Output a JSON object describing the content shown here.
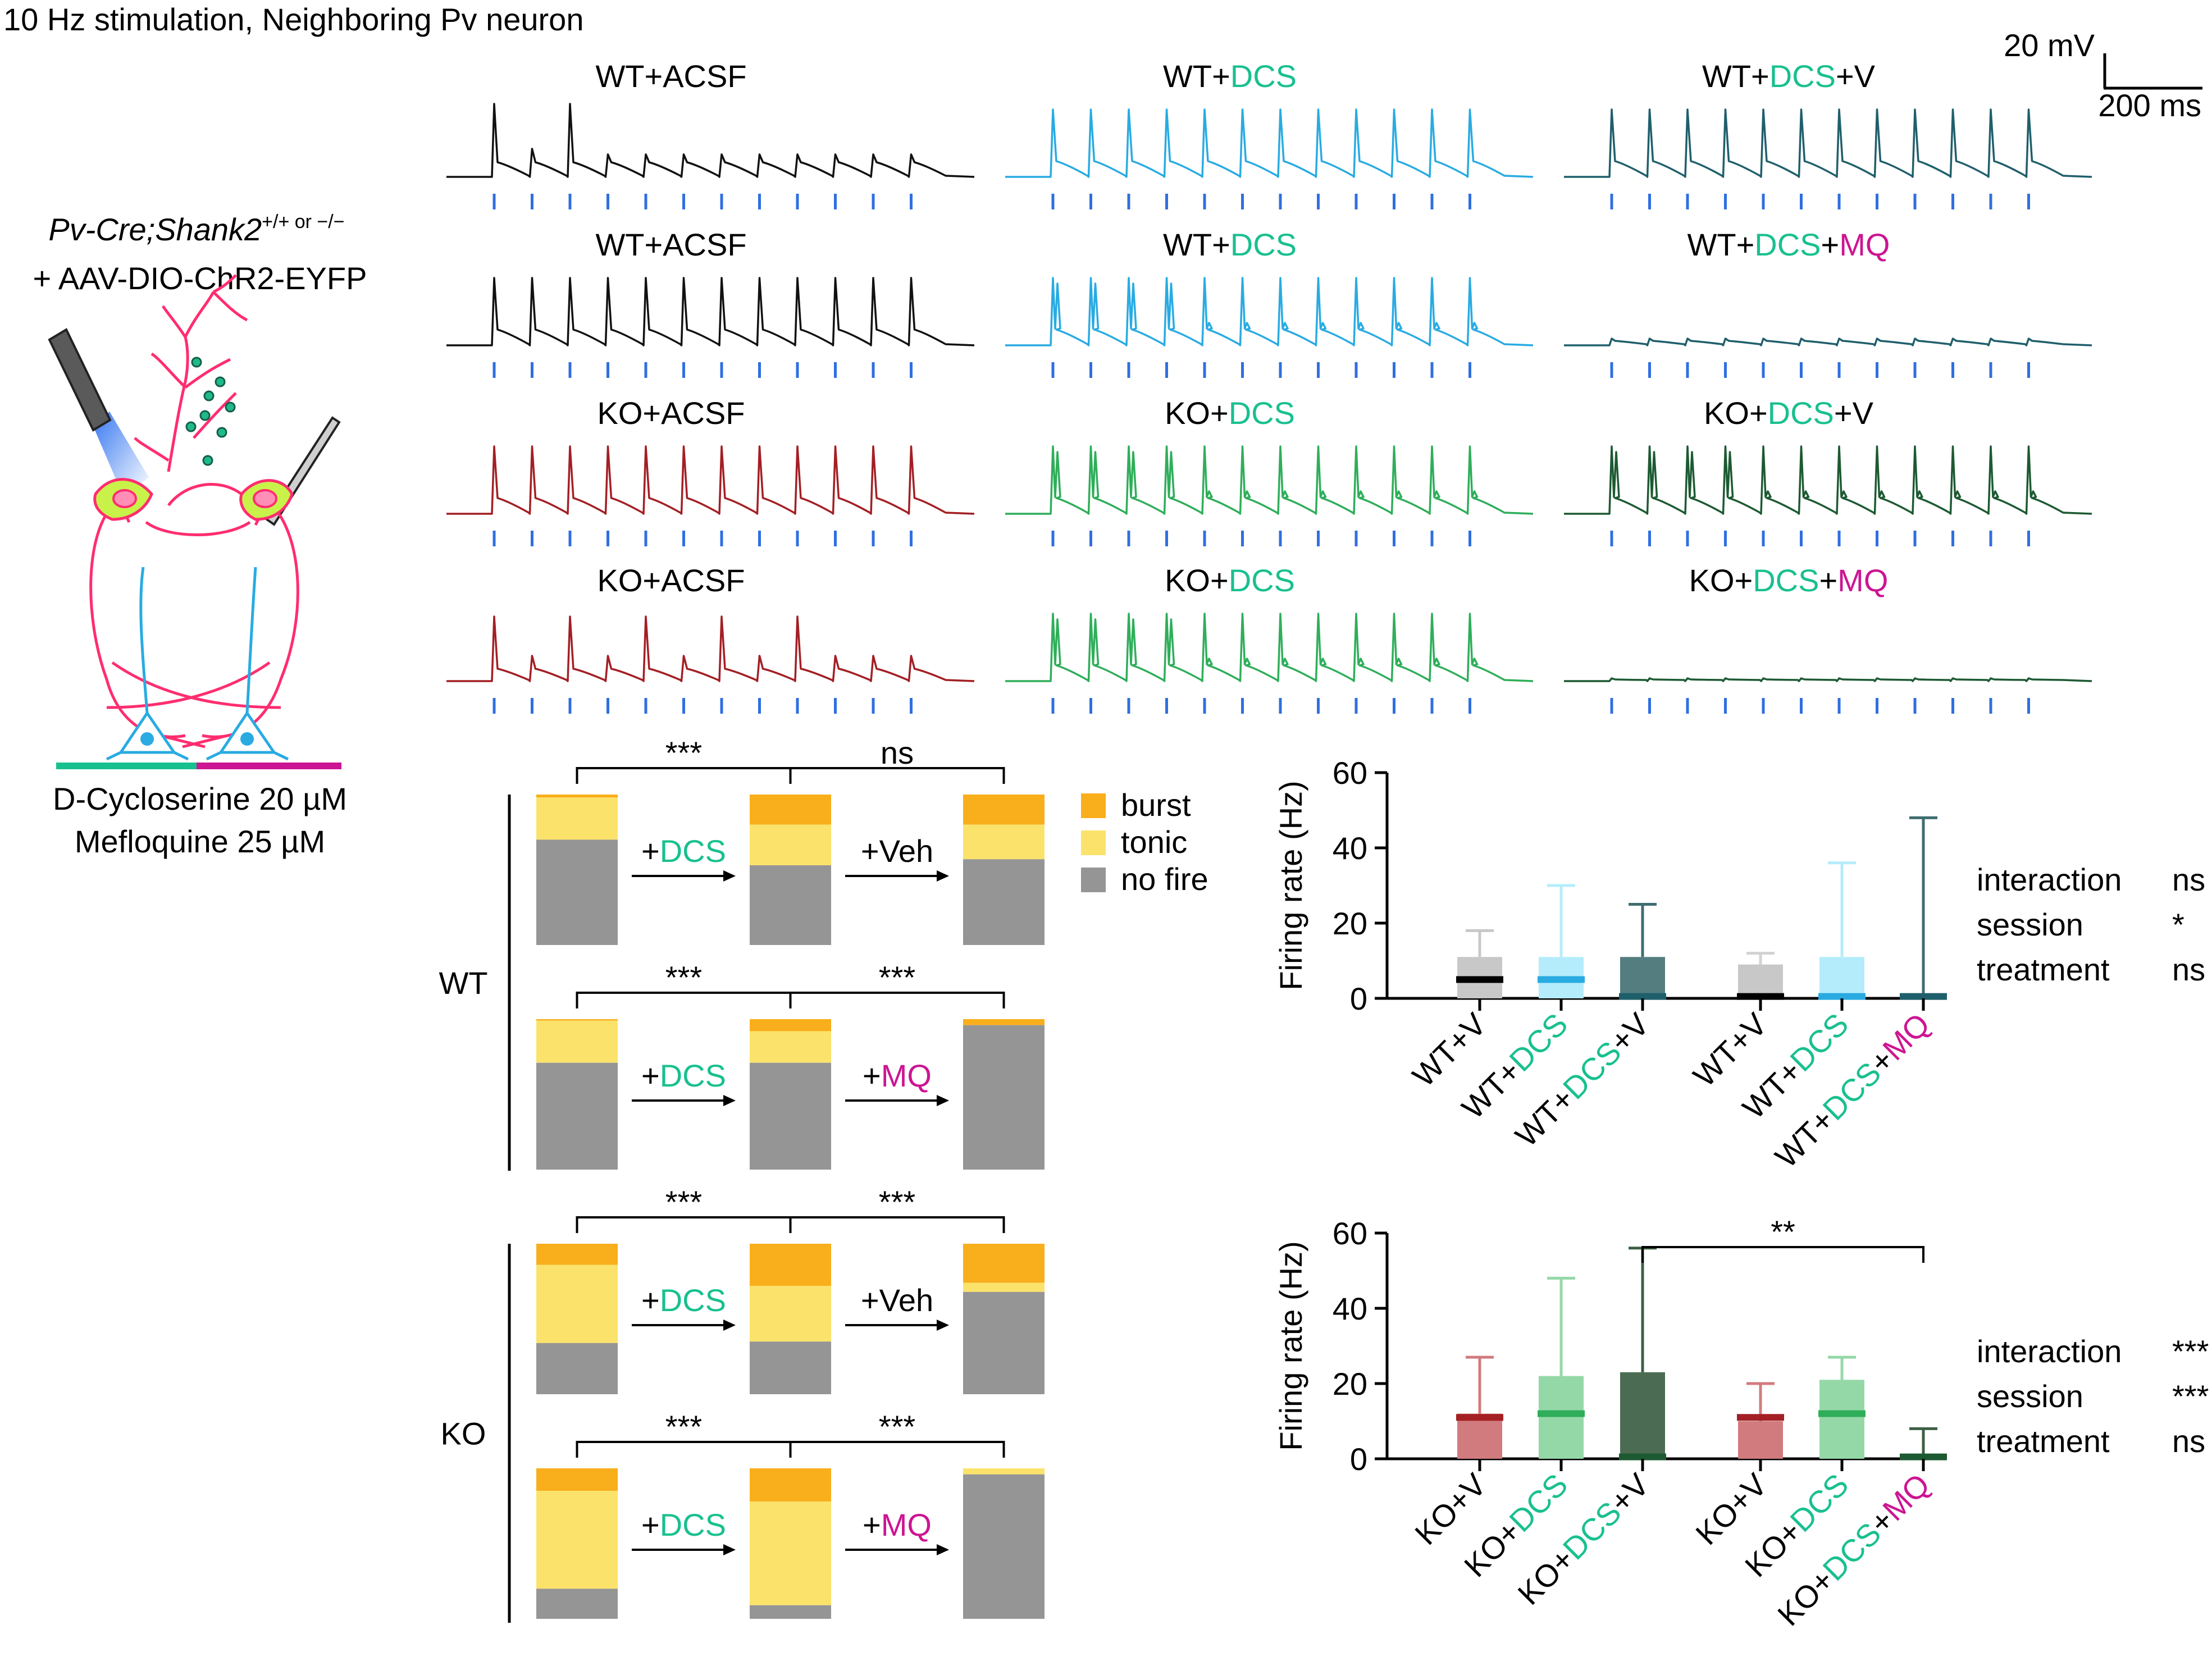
{
  "figure_title": "10 Hz stimulation, Neighboring Pv neuron",
  "colors": {
    "black": "#111111",
    "cyan": "#29abe2",
    "teal_dark": "#1f5f6b",
    "red": "#a31f24",
    "green": "#2fae5a",
    "green_dark": "#1d5a32",
    "dcs": "#19c08f",
    "mq": "#cc1592",
    "stim": "#2f6fe0",
    "burst": "#f9ae1b",
    "tonic": "#fbe36b",
    "nofire": "#959595"
  },
  "scale_bar": {
    "voltage": "20 mV",
    "time": "200 ms"
  },
  "schematic": {
    "genotype": "Pv-Cre;Shank2",
    "genotype_sup": "+/+ or −/−",
    "virus": "+ AAV-DIO-ChR2-EYFP",
    "drug1": "D-Cycloserine 20 µM",
    "drug2": "Mefloquine 25 µM"
  },
  "traces": [
    {
      "label": [
        "WT+ACSF"
      ],
      "trace": "black",
      "pattern": "adapt"
    },
    {
      "label": [
        "WT+",
        "DCS"
      ],
      "trace": "cyan",
      "pattern": "full"
    },
    {
      "label": [
        "WT+",
        "DCS",
        "+V"
      ],
      "trace": "teal_dark",
      "pattern": "full"
    },
    {
      "label": [
        "WT+ACSF"
      ],
      "trace": "black",
      "pattern": "full"
    },
    {
      "label": [
        "WT+",
        "DCS"
      ],
      "trace": "cyan",
      "pattern": "burst"
    },
    {
      "label": [
        "WT+",
        "DCS",
        "+",
        "MQ"
      ],
      "trace": "teal_dark",
      "pattern": "small"
    },
    {
      "label": [
        "KO+ACSF"
      ],
      "trace": "red",
      "pattern": "full"
    },
    {
      "label": [
        "KO+",
        "DCS"
      ],
      "trace": "green",
      "pattern": "burst"
    },
    {
      "label": [
        "KO+",
        "DCS",
        "+V"
      ],
      "trace": "green_dark",
      "pattern": "burst"
    },
    {
      "label": [
        "KO+ACSF"
      ],
      "trace": "red",
      "pattern": "mixed"
    },
    {
      "label": [
        "KO+",
        "DCS"
      ],
      "trace": "green",
      "pattern": "burst2"
    },
    {
      "label": [
        "KO+",
        "DCS",
        "+",
        "MQ"
      ],
      "trace": "green_dark",
      "pattern": "flat"
    }
  ],
  "stacked_groups": [
    {
      "group": "WT",
      "sig": [
        "***",
        "ns"
      ],
      "steps": [
        "+DCS",
        "+Veh"
      ],
      "bars": [
        [
          0.02,
          0.28,
          0.7
        ],
        [
          0.2,
          0.27,
          0.53
        ],
        [
          0.2,
          0.23,
          0.57
        ]
      ]
    },
    {
      "group": "WT",
      "sig": [
        "***",
        "***"
      ],
      "steps": [
        "+DCS",
        "+MQ"
      ],
      "bars": [
        [
          0.01,
          0.28,
          0.71
        ],
        [
          0.08,
          0.21,
          0.71
        ],
        [
          0.04,
          0.0,
          0.96
        ]
      ]
    },
    {
      "group": "KO",
      "sig": [
        "***",
        "***"
      ],
      "steps": [
        "+DCS",
        "+Veh"
      ],
      "bars": [
        [
          0.14,
          0.52,
          0.34
        ],
        [
          0.28,
          0.37,
          0.35
        ],
        [
          0.26,
          0.06,
          0.68
        ]
      ]
    },
    {
      "group": "KO",
      "sig": [
        "***",
        "***"
      ],
      "steps": [
        "+DCS",
        "+MQ"
      ],
      "bars": [
        [
          0.15,
          0.65,
          0.2
        ],
        [
          0.22,
          0.69,
          0.09
        ],
        [
          0.0,
          0.04,
          0.96
        ]
      ]
    }
  ],
  "stacked_legend": [
    "burst",
    "tonic",
    "no fire"
  ],
  "group_labels": [
    "WT",
    "KO"
  ],
  "chart_data": [
    {
      "type": "bar",
      "ylabel": "Firing rate (Hz)",
      "ylim": [
        0,
        60
      ],
      "yticks": [
        0,
        20,
        40,
        60
      ],
      "categories": [
        [
          "WT+V"
        ],
        [
          "WT+",
          "DCS"
        ],
        [
          "WT+",
          "DCS",
          "+V"
        ],
        [
          "WT+V"
        ],
        [
          "WT+",
          "DCS"
        ],
        [
          "WT+",
          "DCS",
          "+",
          "MQ"
        ]
      ],
      "mean": [
        11,
        11,
        11,
        9,
        11,
        0
      ],
      "median": [
        5,
        5,
        0.5,
        0.5,
        0.5,
        0.5
      ],
      "error_top": [
        18,
        30,
        25,
        12,
        36,
        48
      ],
      "colors": [
        "#c8c8c8",
        "#b5ecfb",
        "#537d7f",
        "#c8c8c8",
        "#b5ecfb",
        "#537d7f"
      ],
      "median_colors": [
        "#000000",
        "#29abe2",
        "#1f5f6b",
        "#000000",
        "#29abe2",
        "#1f5f6b"
      ],
      "error_colors": [
        "#c8c8c8",
        "#b5ecfb",
        "#3f6d70",
        "#d2d2d2",
        "#b5ecfb",
        "#3f6d70"
      ],
      "stats": [
        [
          "interaction",
          "ns"
        ],
        [
          "session",
          "*"
        ],
        [
          "treatment",
          "ns"
        ]
      ],
      "significance": []
    },
    {
      "type": "bar",
      "ylabel": "Firing rate (Hz)",
      "ylim": [
        0,
        60
      ],
      "yticks": [
        0,
        20,
        40,
        60
      ],
      "categories": [
        [
          "KO+V"
        ],
        [
          "KO+",
          "DCS"
        ],
        [
          "KO+",
          "DCS",
          "+V"
        ],
        [
          "KO+V"
        ],
        [
          "KO+",
          "DCS"
        ],
        [
          "KO+",
          "DCS",
          "+",
          "MQ"
        ]
      ],
      "mean": [
        12,
        22,
        23,
        10,
        21,
        1
      ],
      "median": [
        11,
        12,
        0.5,
        11,
        12,
        0.5
      ],
      "error_top": [
        27,
        48,
        56,
        20,
        27,
        8
      ],
      "colors": [
        "#d17b7e",
        "#95d8a8",
        "#4b6c52",
        "#d17b7e",
        "#95d8a8",
        "#4b6c52"
      ],
      "median_colors": [
        "#a31f24",
        "#2fae5a",
        "#1d5a32",
        "#a31f24",
        "#2fae5a",
        "#1d5a32"
      ],
      "error_colors": [
        "#d17b7e",
        "#95d8a8",
        "#3d5f44",
        "#d17b7e",
        "#95d8a8",
        "#3d5f44"
      ],
      "stats": [
        [
          "interaction",
          "***"
        ],
        [
          "session",
          "***"
        ],
        [
          "treatment",
          "ns"
        ]
      ],
      "significance": [
        {
          "from": 2,
          "to": 5,
          "label": "**"
        }
      ]
    }
  ]
}
